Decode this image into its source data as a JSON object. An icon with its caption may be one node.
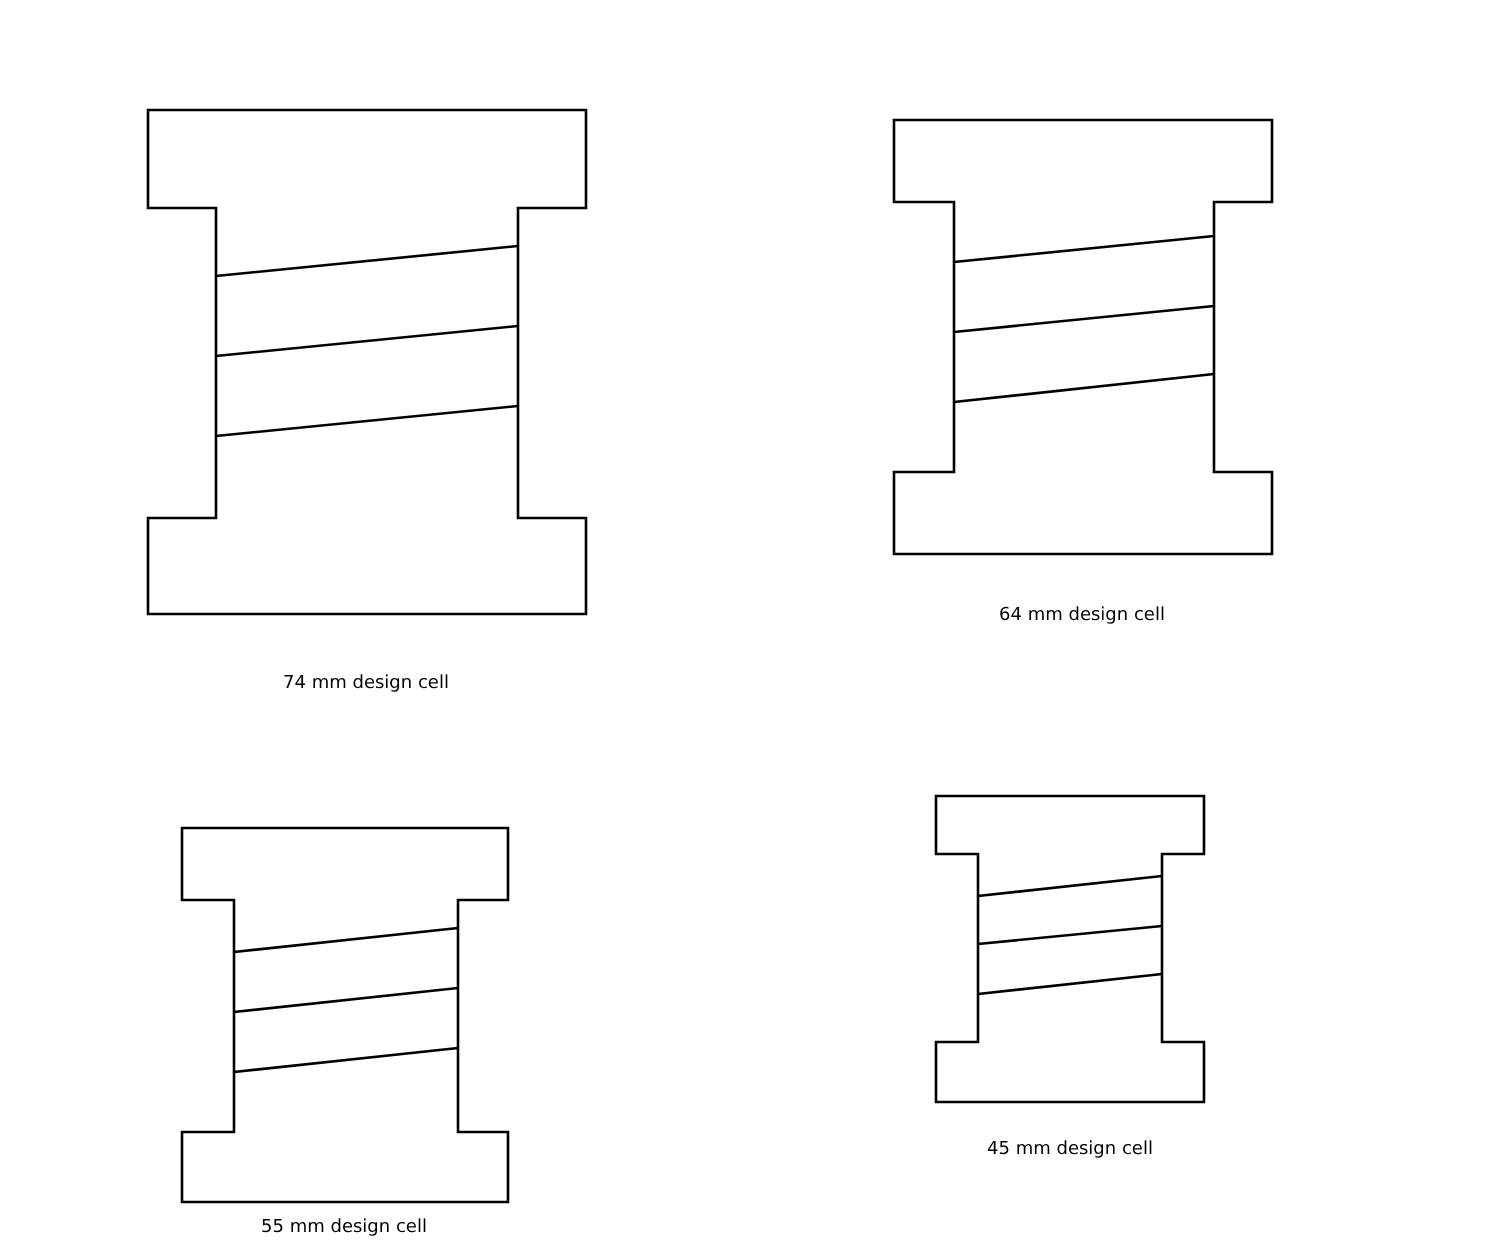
{
  "diagram": {
    "labels": [
      "74 mm design cell",
      "64 mm design cell",
      "55 mm design cell",
      "45 mm design cell"
    ]
  }
}
